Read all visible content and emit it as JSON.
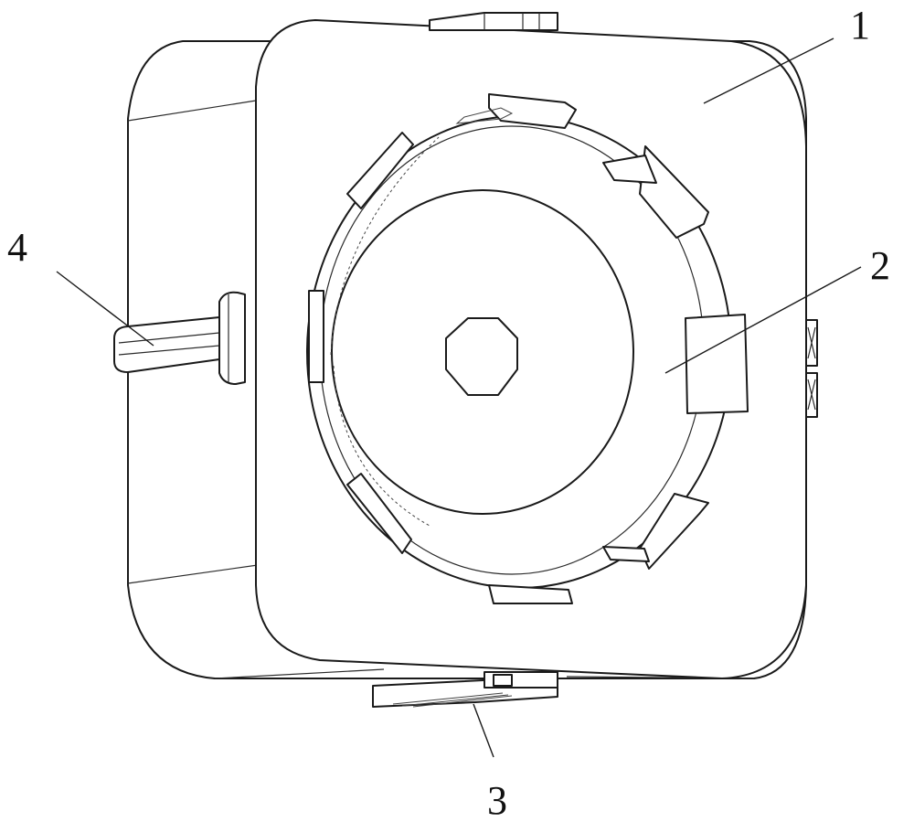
{
  "figure": {
    "callouts": [
      {
        "id": "1",
        "text": "1"
      },
      {
        "id": "2",
        "text": "2"
      },
      {
        "id": "3",
        "text": "3"
      },
      {
        "id": "4",
        "text": "4"
      }
    ]
  }
}
